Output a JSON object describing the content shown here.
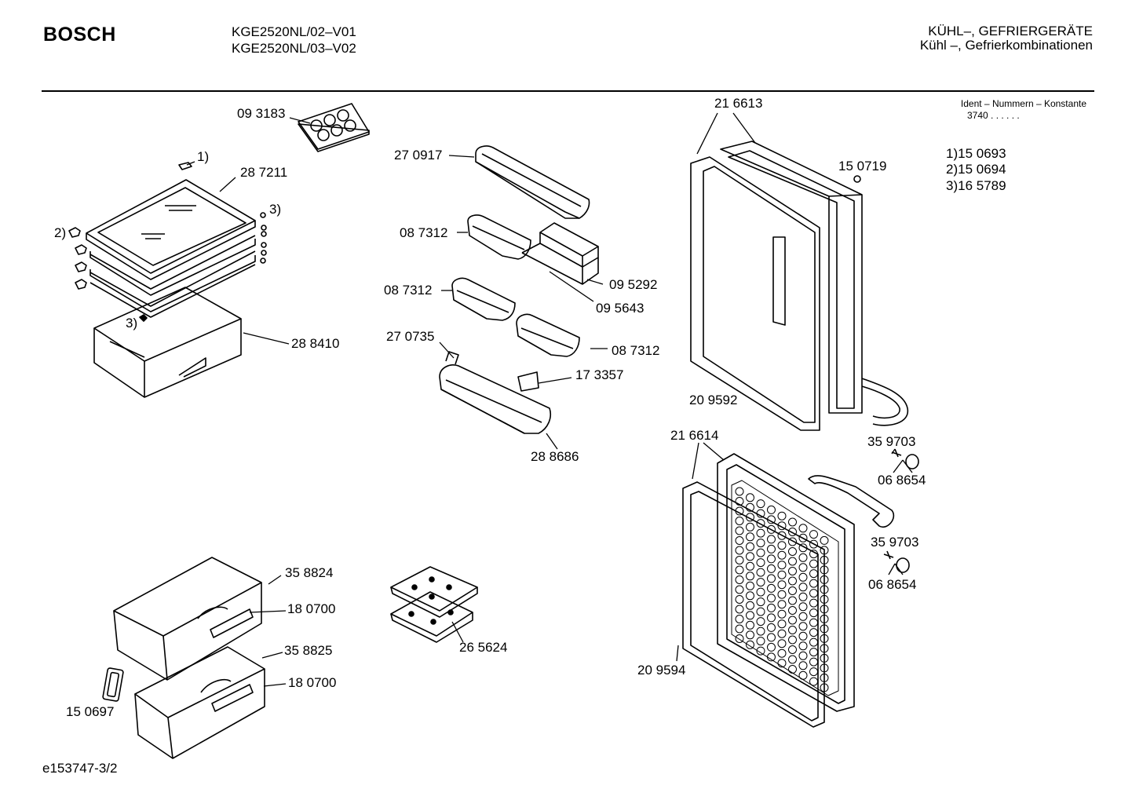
{
  "header": {
    "brand": "BOSCH",
    "models": [
      "KGE2520NL/02–V01",
      "KGE2520NL/03–V02"
    ],
    "category_line1": "KÜHL–, GEFRIERGERÄTE",
    "category_line2": "Kühl –, Gefrierkombinationen"
  },
  "ident": {
    "label": "Ident – Nummern – Konstante",
    "constant": "3740  .  .    .  .  .  .",
    "refs": [
      "1)15 0693",
      "2)15 0694",
      "3)16 5789"
    ]
  },
  "parts": {
    "p093183": "09 3183",
    "p287211": "28 7211",
    "p288410": "28 8410",
    "m1": "1)",
    "m2": "2)",
    "m3a": "3)",
    "m3b": "3)",
    "p270917": "27 0917",
    "p087312a": "08 7312",
    "p087312b": "08 7312",
    "p087312c": "08 7312",
    "p095292": "09 5292",
    "p095643": "09 5643",
    "p270735": "27 0735",
    "p173357": "17 3357",
    "p288686": "28 8686",
    "p216613": "21 6613",
    "p150719": "15 0719",
    "p209592": "20 9592",
    "p216614": "21 6614",
    "p359703a": "35 9703",
    "p068654a": "06 8654",
    "p359703b": "35 9703",
    "p068654b": "06 8654",
    "p209594": "20 9594",
    "p358824": "35 8824",
    "p180700a": "18 0700",
    "p358825": "35 8825",
    "p180700b": "18 0700",
    "p150697": "15 0697",
    "p265624": "26 5624"
  },
  "footer": {
    "drawing_id": "e153747-3/2"
  }
}
